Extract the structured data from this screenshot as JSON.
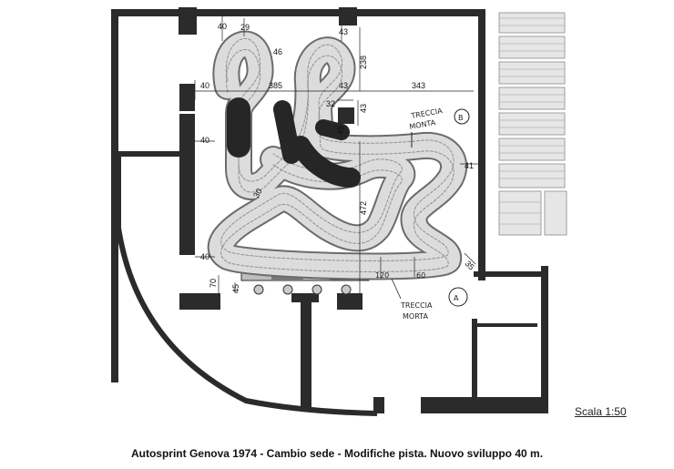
{
  "caption": "Autosprint Genova 1974 - Cambio sede - Modifiche pista. Nuovo sviluppo 40 m.",
  "scale_label": "Scala 1:50",
  "annotations": {
    "point_a": "A",
    "point_b": "B",
    "treccia_b": [
      "TRECCIA",
      "MONTA"
    ],
    "treccia_a": [
      "TRECCIA",
      "MORTA"
    ]
  },
  "dimensions": {
    "d40_top": "40",
    "d29": "29",
    "d43_top": "43",
    "d238": "238",
    "d46": "46",
    "d40_left": "40",
    "d385": "385",
    "d43_mid": "43",
    "d343": "343",
    "d32": "32",
    "d43_right": "43",
    "d40_mid": "40",
    "d45": "45",
    "d41": "41",
    "d30": "30",
    "d472": "472",
    "d40_low": "40",
    "d70": "70",
    "d45_low": "45",
    "d120": "120",
    "d60": "60",
    "d35": "35"
  }
}
